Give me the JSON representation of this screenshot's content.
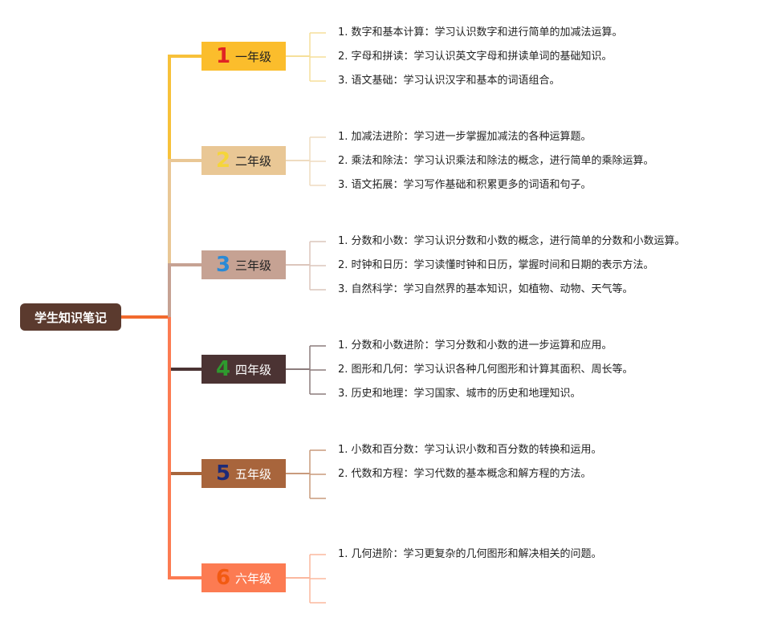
{
  "root": {
    "label": "学生知识笔记"
  },
  "grades": [
    {
      "num": "1",
      "name": "一年级",
      "bg": "#fbbd2c",
      "num_color": "#e02424",
      "text_color": "#222222",
      "line_color": "#f7c13a",
      "leaf_color": "#f5df9a",
      "items": [
        "1. 数字和基本计算：学习认识数字和进行简单的加减法运算。",
        "2. 字母和拼读：学习认识英文字母和拼读单词的基础知识。",
        "3. 语文基础：学习认识汉字和基本的词语组合。"
      ]
    },
    {
      "num": "2",
      "name": "二年级",
      "bg": "#e9c795",
      "num_color": "#f5d53a",
      "text_color": "#222222",
      "line_color": "#e9c795",
      "leaf_color": "#efdcc0",
      "items": [
        "1. 加减法进阶：学习进一步掌握加减法的各种运算题。",
        "2. 乘法和除法：学习认识乘法和除法的概念，进行简单的乘除运算。",
        "3. 语文拓展：学习写作基础和积累更多的词语和句子。"
      ]
    },
    {
      "num": "3",
      "name": "三年级",
      "bg": "#c6a293",
      "num_color": "#2a8ad6",
      "text_color": "#222222",
      "line_color": "#c6a293",
      "leaf_color": "#dcc6bc",
      "items": [
        "1. 分数和小数：学习认识分数和小数的概念，进行简单的分数和小数运算。",
        "2. 时钟和日历：学习读懂时钟和日历，掌握时间和日期的表示方法。",
        "3. 自然科学：学习自然界的基本知识，如植物、动物、天气等。"
      ]
    },
    {
      "num": "4",
      "name": "四年级",
      "bg": "#4b3333",
      "num_color": "#2e9a2e",
      "text_color": "#ffffff",
      "line_color": "#4b3333",
      "leaf_color": "#8c7c7c",
      "items": [
        "1. 分数和小数进阶：学习分数和小数的进一步运算和应用。",
        "2. 图形和几何：学习认识各种几何图形和计算其面积、周长等。",
        "3. 历史和地理：学习国家、城市的历史和地理知识。"
      ]
    },
    {
      "num": "5",
      "name": "五年级",
      "bg": "#a8653c",
      "num_color": "#1c2a78",
      "text_color": "#ffffff",
      "line_color": "#a8653c",
      "leaf_color": "#c99a7c",
      "items": [
        "1. 小数和百分数：学习认识小数和百分数的转换和运用。",
        "2. 代数和方程：学习代数的基本概念和解方程的方法。"
      ]
    },
    {
      "num": "6",
      "name": "六年级",
      "bg": "#fc7b52",
      "num_color": "#f25a12",
      "text_color": "#ffffff",
      "line_color": "#fc7b52",
      "leaf_color": "#fbb89e",
      "items": [
        "1. 几何进阶：学习更复杂的几何图形和解决相关的问题。"
      ]
    }
  ],
  "colors": {
    "root_bg": "#5b3a2e",
    "root_connector": "#f26a2e"
  }
}
